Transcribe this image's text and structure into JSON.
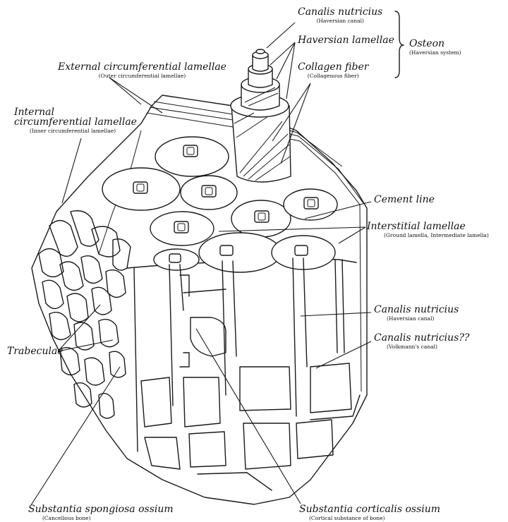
{
  "labels": {
    "canalis_nutricius_top": {
      "main": "Canalis nutricius",
      "sub": "(Haversian canal)"
    },
    "haversian_lamellae": {
      "main": "Haversian lamellae"
    },
    "osteon": {
      "main": "Osteon",
      "sub": "(Haversian system)"
    },
    "collagen_fiber": {
      "main": "Collagen fiber",
      "sub": "(Collagenous fiber)"
    },
    "external_circ": {
      "main": "External circumferential lamellae",
      "sub": "(Outer circumferential lamellae)"
    },
    "internal_circ": {
      "main1": "Internal",
      "main2": "circumferential lamellae",
      "sub": "(Inner circumferential lamellae)"
    },
    "cement_line": {
      "main": "Cement line"
    },
    "interstitial": {
      "main": "Interstitial lamellae",
      "sub": "(Ground lamella, Intermediate lamella)"
    },
    "canalis_nutricius_mid": {
      "main": "Canalis nutricius",
      "sub": "(Haversian canal)"
    },
    "canalis_volkmann": {
      "main": "Canalis nutricius??",
      "sub": "(Volkmann's canal)"
    },
    "trabeculae": {
      "main": "Trabeculae"
    },
    "spongiosa": {
      "main": "Substantia spongiosa ossium",
      "sub": "(Cancellous bone)"
    },
    "corticalis": {
      "main": "Substantia corticalis ossium",
      "sub": "(Cortical substance of bone)"
    }
  }
}
